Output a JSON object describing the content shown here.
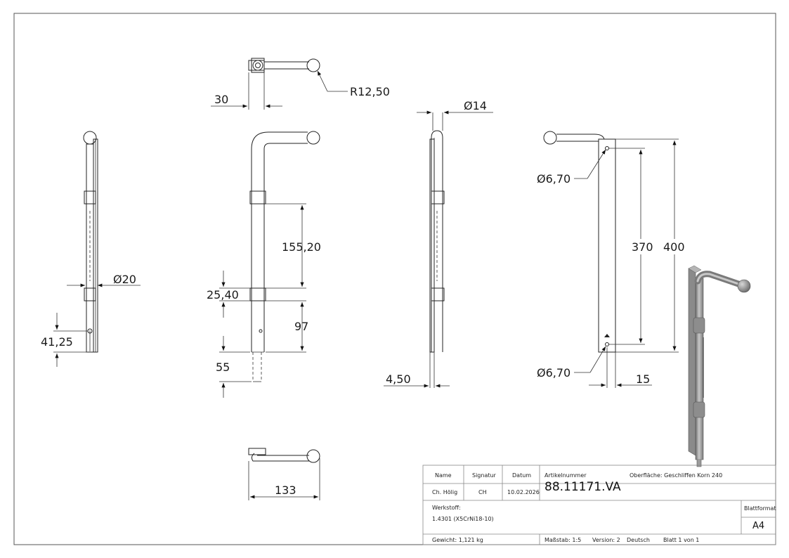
{
  "views": {
    "top": {
      "dim_width": "30",
      "dim_radius": "R12,50"
    },
    "side_left": {
      "dim_diameter": "Ø20",
      "dim_height": "41,25"
    },
    "front": {
      "dim_spacing": "155,20",
      "dim_bracket": "25,40",
      "dim_bottom": "97",
      "dim_extension": "55"
    },
    "side_right": {
      "dim_diameter": "Ø14",
      "dim_plate": "4,50"
    },
    "rear": {
      "dim_hole_top": "Ø6,70",
      "dim_hole_bottom": "Ø6,70",
      "dim_hole_spacing": "370",
      "dim_plate_height": "400",
      "dim_plate_offset": "15"
    },
    "bottom": {
      "dim_length": "133"
    }
  },
  "title_block": {
    "headers": {
      "name": "Name",
      "signatur": "Signatur",
      "datum": "Datum"
    },
    "values": {
      "name": "Ch. Hölig",
      "signatur": "CH",
      "datum": "10.02.2026"
    },
    "artikel_label": "Artikelnummer",
    "artikel_value": "88.11171.VA",
    "oberflaeche": "Oberfläche:  Geschliffen Korn 240",
    "werkstoff_label": "Werkstoff:",
    "werkstoff_value": "1.4301 (X5CrNi18-10)",
    "blattformat_label": "Blattformat",
    "blattformat_value": "A4",
    "gewicht": "Gewicht: 1,121 kg",
    "massstab": "Maßstab: 1:5",
    "version": "Version: 2",
    "sprache": "Deutsch",
    "blatt": "Blatt 1 von 1"
  },
  "colors": {
    "line": "#222222",
    "frame": "#555555",
    "render_metal": "#9a9a9a"
  }
}
